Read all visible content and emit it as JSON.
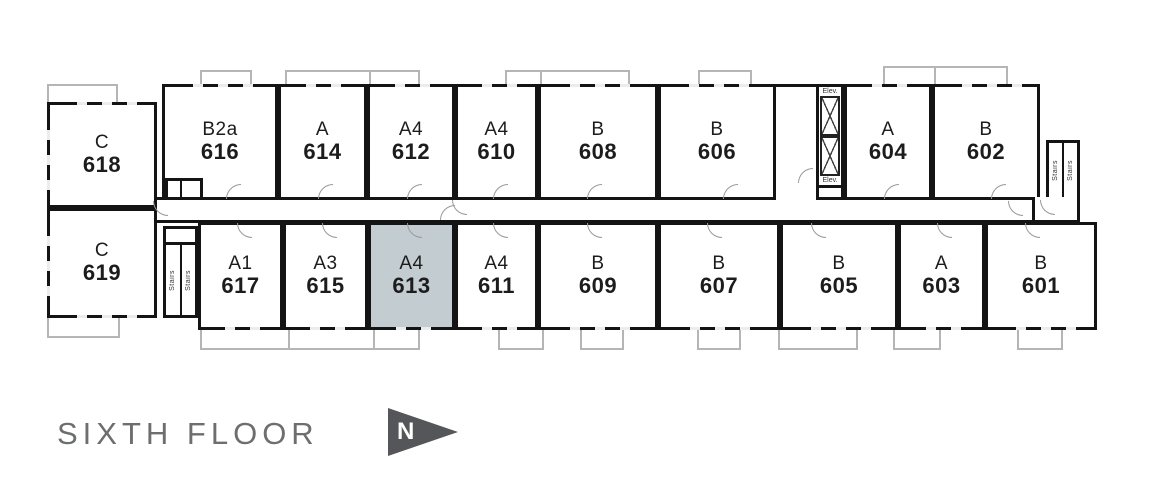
{
  "title": {
    "text": "SIXTH FLOOR"
  },
  "compass": {
    "label": "N",
    "direction": "right"
  },
  "palette": {
    "wall": "#141414",
    "highlight": "#c3ccd1",
    "balcony_outline": "#b5b5b8",
    "door_arc": "#9a9a9a",
    "unit_text": "#1c1c1c",
    "title_text": "#6d6e70",
    "arrow_fill": "#54565a"
  },
  "service_labels": {
    "elevator": "Elev.",
    "stairs": "Stairs"
  },
  "units": {
    "u618": {
      "type": "C",
      "number": "618",
      "row": "top",
      "highlighted": false
    },
    "u616": {
      "type": "B2a",
      "number": "616",
      "row": "top",
      "highlighted": false
    },
    "u614": {
      "type": "A",
      "number": "614",
      "row": "top",
      "highlighted": false
    },
    "u612": {
      "type": "A4",
      "number": "612",
      "row": "top",
      "highlighted": false
    },
    "u610": {
      "type": "A4",
      "number": "610",
      "row": "top",
      "highlighted": false
    },
    "u608": {
      "type": "B",
      "number": "608",
      "row": "top",
      "highlighted": false
    },
    "u606": {
      "type": "B",
      "number": "606",
      "row": "top",
      "highlighted": false
    },
    "u604": {
      "type": "A",
      "number": "604",
      "row": "top",
      "highlighted": false
    },
    "u602": {
      "type": "B",
      "number": "602",
      "row": "top",
      "highlighted": false
    },
    "u619": {
      "type": "C",
      "number": "619",
      "row": "bottom",
      "highlighted": false
    },
    "u617": {
      "type": "A1",
      "number": "617",
      "row": "bottom",
      "highlighted": false
    },
    "u615": {
      "type": "A3",
      "number": "615",
      "row": "bottom",
      "highlighted": false
    },
    "u613": {
      "type": "A4",
      "number": "613",
      "row": "bottom",
      "highlighted": true
    },
    "u611": {
      "type": "A4",
      "number": "611",
      "row": "bottom",
      "highlighted": false
    },
    "u609": {
      "type": "B",
      "number": "609",
      "row": "bottom",
      "highlighted": false
    },
    "u607": {
      "type": "B",
      "number": "607",
      "row": "bottom",
      "highlighted": false
    },
    "u605": {
      "type": "B",
      "number": "605",
      "row": "bottom",
      "highlighted": false
    },
    "u603": {
      "type": "A",
      "number": "603",
      "row": "bottom",
      "highlighted": false
    },
    "u601": {
      "type": "B",
      "number": "601",
      "row": "bottom",
      "highlighted": false
    }
  }
}
